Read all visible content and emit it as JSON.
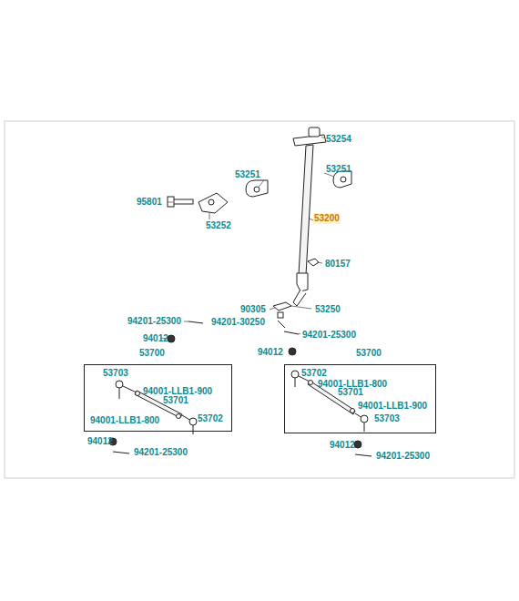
{
  "diagram": {
    "nodes": [
      {
        "text": [
          "53700",
          "53703",
          "94001-LLB1-900",
          "53701",
          "94001-LLB1-800",
          "53702"
        ]
      },
      {
        "text": [
          "53700",
          "53702",
          "94001-LLB1-800",
          "53701",
          "94001-LLB1-900",
          "53703"
        ]
      }
    ],
    "labels": [
      "53254",
      "53251",
      "53251",
      "95801",
      "53252",
      "53200",
      "80157",
      "90305",
      "53250",
      "94201-25300",
      "94201-30250",
      "94201-25300",
      "94012",
      "94012",
      "94012",
      "94201-25300",
      "94012",
      "94201-25300"
    ]
  }
}
